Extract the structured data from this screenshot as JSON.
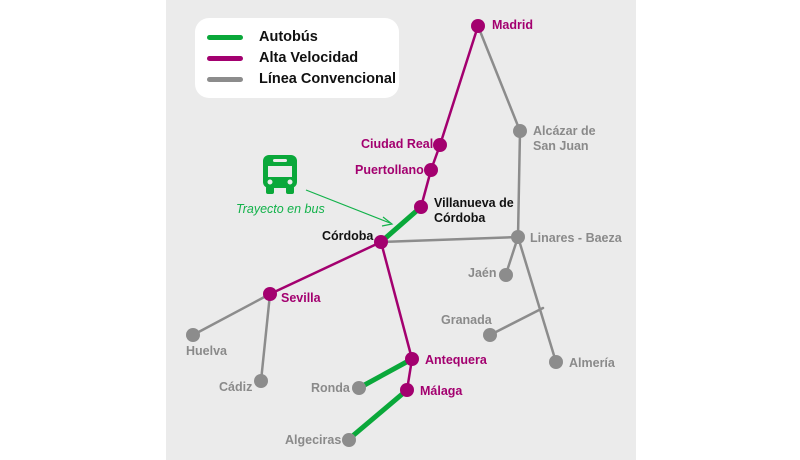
{
  "colors": {
    "bus": "#0aa83a",
    "high_speed": "#a3006f",
    "conventional": "#8c8c8c",
    "bus_annotation": "#12b24a",
    "background_panel": "#ebebeb"
  },
  "legend": {
    "items": [
      {
        "label": "Autobús",
        "type": "bus"
      },
      {
        "label": "Alta Velocidad",
        "type": "high_speed"
      },
      {
        "label": "Línea Convencional",
        "type": "conventional"
      }
    ]
  },
  "annotation": {
    "icon": "bus-icon",
    "caption": "Trayecto en bus"
  },
  "stations": {
    "madrid": {
      "name": "Madrid",
      "type": "high_speed"
    },
    "ciudad_real": {
      "name": "Ciudad Real",
      "type": "high_speed"
    },
    "puertollano": {
      "name": "Puertollano",
      "type": "high_speed"
    },
    "villanueva_line1": "Villanueva de",
    "villanueva_line2": "Córdoba",
    "villanueva": {
      "name": "Villanueva de Córdoba",
      "type": "high_speed"
    },
    "cordoba": {
      "name": "Córdoba",
      "type": "high_speed"
    },
    "sevilla": {
      "name": "Sevilla",
      "type": "high_speed"
    },
    "antequera": {
      "name": "Antequera",
      "type": "high_speed"
    },
    "malaga": {
      "name": "Málaga",
      "type": "high_speed"
    },
    "alcazar_line1": "Alcázar de",
    "alcazar_line2": "San Juan",
    "alcazar": {
      "name": "Alcázar de San Juan",
      "type": "conventional"
    },
    "linares": {
      "name": "Linares - Baeza",
      "type": "conventional"
    },
    "jaen": {
      "name": "Jaén",
      "type": "conventional"
    },
    "granada": {
      "name": "Granada",
      "type": "conventional"
    },
    "almeria": {
      "name": "Almería",
      "type": "conventional"
    },
    "huelva": {
      "name": "Huelva",
      "type": "conventional"
    },
    "cadiz": {
      "name": "Cádiz",
      "type": "conventional"
    },
    "ronda": {
      "name": "Ronda",
      "type": "conventional"
    },
    "algeciras": {
      "name": "Algeciras",
      "type": "conventional"
    }
  },
  "routes": [
    {
      "from": "Madrid",
      "to": "Ciudad Real",
      "type": "high_speed"
    },
    {
      "from": "Ciudad Real",
      "to": "Puertollano",
      "type": "high_speed"
    },
    {
      "from": "Puertollano",
      "to": "Villanueva de Córdoba",
      "type": "high_speed"
    },
    {
      "from": "Villanueva de Córdoba",
      "to": "Córdoba",
      "type": "bus"
    },
    {
      "from": "Córdoba",
      "to": "Sevilla",
      "type": "high_speed"
    },
    {
      "from": "Córdoba",
      "to": "Antequera",
      "type": "high_speed"
    },
    {
      "from": "Antequera",
      "to": "Málaga",
      "type": "high_speed"
    },
    {
      "from": "Antequera",
      "to": "Ronda",
      "type": "bus"
    },
    {
      "from": "Málaga",
      "to": "Algeciras",
      "type": "bus"
    },
    {
      "from": "Madrid",
      "to": "Alcázar de San Juan",
      "type": "conventional"
    },
    {
      "from": "Alcázar de San Juan",
      "to": "Linares - Baeza",
      "type": "conventional"
    },
    {
      "from": "Córdoba",
      "to": "Linares - Baeza",
      "type": "conventional"
    },
    {
      "from": "Linares - Baeza",
      "to": "Jaén",
      "type": "conventional"
    },
    {
      "from": "Linares - Baeza",
      "to": "Almería",
      "type": "conventional"
    },
    {
      "from": "Granada",
      "to": "Almería line junction",
      "type": "conventional"
    },
    {
      "from": "Sevilla",
      "to": "Huelva",
      "type": "conventional"
    },
    {
      "from": "Sevilla",
      "to": "Cádiz",
      "type": "conventional"
    }
  ]
}
